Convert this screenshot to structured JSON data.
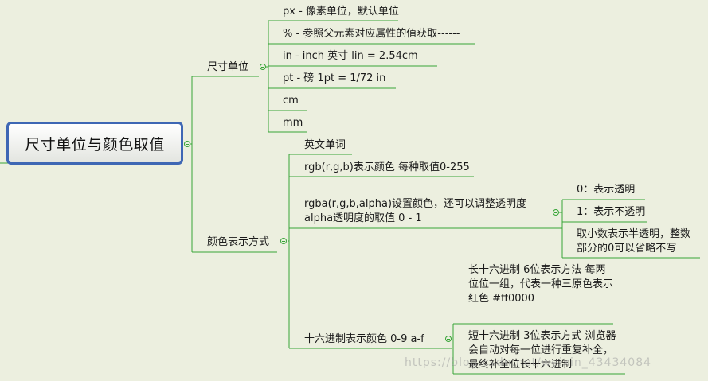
{
  "root": {
    "title": "尺寸单位与颜色取值"
  },
  "branches": {
    "size": {
      "label": "尺寸单位",
      "items": [
        "px - 像素单位，默认单位",
        "% - 参照父元素对应属性的值获取------",
        "in - inch   英寸    lin = 2.54cm",
        "pt - 磅  1pt = 1/72 in",
        "cm",
        "mm"
      ]
    },
    "color": {
      "label": "颜色表示方式",
      "english": "英文单词",
      "rgb": "rgb(r,g,b)表示颜色   每种取值0-255",
      "rgba": {
        "line1": "rgba(r,g,b,alpha)设置颜色，还可以调整透明度",
        "line2": "alpha透明度的取值 0 - 1",
        "children": [
          "0：表示透明",
          "1：表示不透明",
          "取小数表示半透明，整数部分的0可以省略不写"
        ]
      },
      "hex": {
        "label": "十六进制表示颜色   0-9  a-f",
        "long": "长十六进制  6位表示方法 每两位位一组，代表一种三原色表示 红色 #ff0000",
        "short": "短十六进制  3位表示方式 浏览器会自动对每一位进行重复补全，最终补全位长十六进制"
      }
    }
  },
  "watermark": "https://blog.csdn.net/weixin_43434084",
  "colors": {
    "line": "#37a437",
    "root_border": "#3e67b4",
    "background": "#ecefdf"
  }
}
